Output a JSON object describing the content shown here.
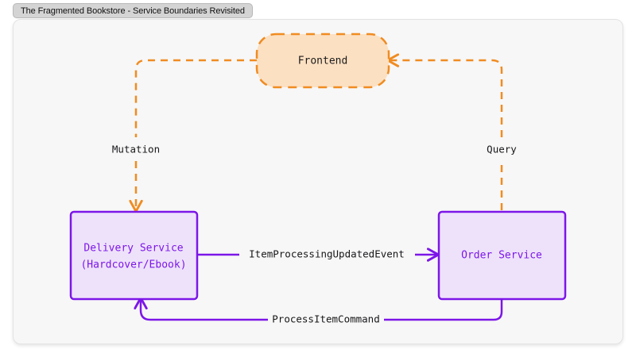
{
  "window": {
    "title": "The Fragmented Bookstore - Service Boundaries Revisited"
  },
  "theme": {
    "canvas_bg": "#f7f7f7",
    "canvas_border": "#e3e3e3",
    "service_stroke": "#7C16E8",
    "service_fill": "#EEE2FB",
    "frontend_stroke": "#F08C21",
    "frontend_fill": "#FCE0C2",
    "edge_solid": "#7C16E8",
    "edge_dashed": "#F08C21",
    "label_text": "#17171a"
  },
  "diagram": {
    "type": "service-architecture",
    "nodes": [
      {
        "id": "frontend",
        "label": "Frontend",
        "shape": "stadium",
        "style": "dashed"
      },
      {
        "id": "delivery",
        "label_line1": "Delivery Service",
        "label_line2": "(Hardcover/Ebook)",
        "shape": "rectangle",
        "style": "solid"
      },
      {
        "id": "order",
        "label": "Order Service",
        "shape": "rectangle",
        "style": "solid"
      }
    ],
    "edges": [
      {
        "id": "mutation",
        "label": "Mutation",
        "from": "frontend",
        "to": "delivery",
        "style": "dashed",
        "color": "#F08C21"
      },
      {
        "id": "query",
        "label": "Query",
        "from": "order",
        "to": "frontend",
        "style": "dashed",
        "color": "#F08C21"
      },
      {
        "id": "event",
        "label": "ItemProcessingUpdatedEvent",
        "from": "delivery",
        "to": "order",
        "style": "solid",
        "color": "#7C16E8"
      },
      {
        "id": "command",
        "label": "ProcessItemCommand",
        "from": "order",
        "to": "delivery",
        "style": "solid",
        "color": "#7C16E8"
      }
    ]
  }
}
